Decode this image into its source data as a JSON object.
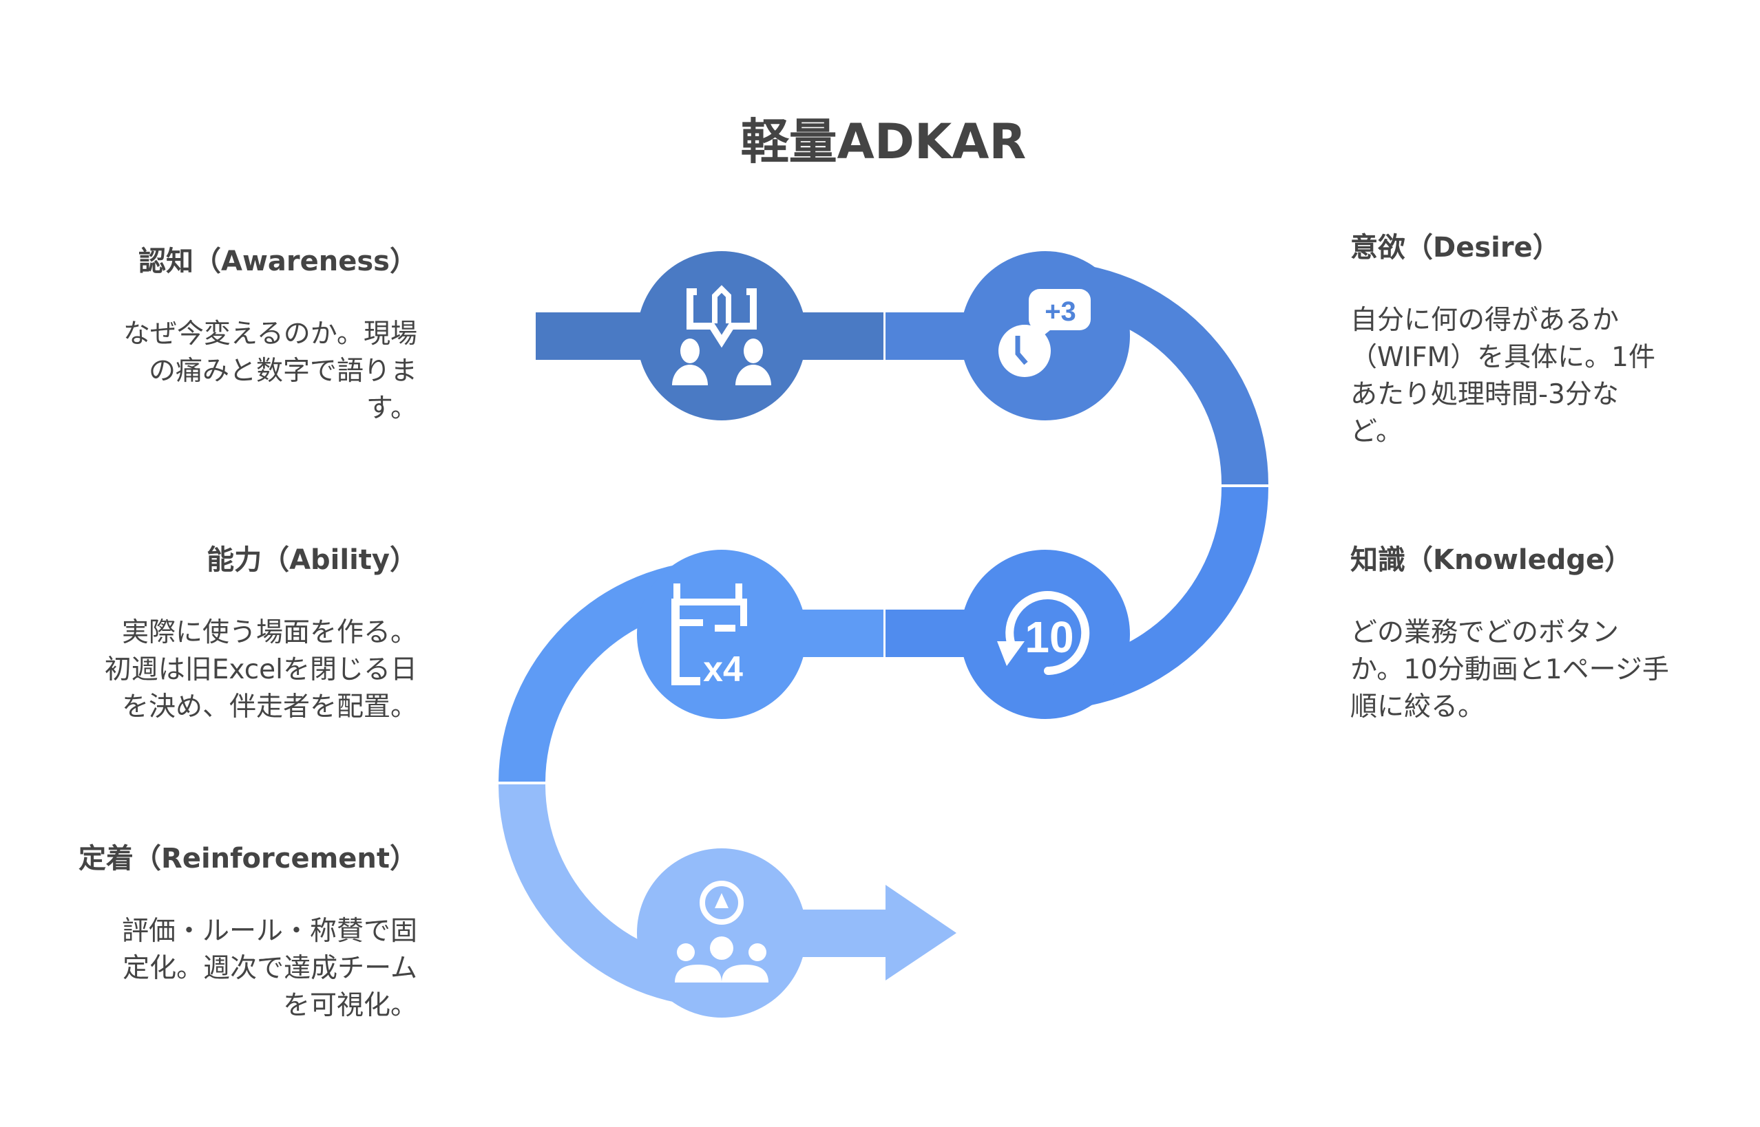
{
  "title": "軽量ADKAR",
  "colors": {
    "awareness": "#4A7AC4",
    "desire": "#5084DA",
    "knowledge": "#508CEE",
    "ability": "#5E9BF5",
    "reinforcement": "#94BCFA",
    "text": "#444444"
  },
  "stages": {
    "awareness": {
      "heading": "認知（Awareness）",
      "lines": [
        "なぜ今変えるのか。現場",
        "の痛みと数字で語りま",
        "す。"
      ],
      "icon": "presentation-people-icon"
    },
    "desire": {
      "heading": "意欲（Desire）",
      "lines": [
        "自分に何の得があるか",
        "（WIFM）を具体に。1件",
        "あたり処理時間-3分な",
        "ど。"
      ],
      "icon": "clock-plus-three-icon",
      "icon_text": "+3"
    },
    "knowledge": {
      "heading": "知識（Knowledge）",
      "lines": [
        "どの業務でどのボタン",
        "か。10分動画と1ページ手",
        "順に絞る。"
      ],
      "icon": "replay-ten-icon",
      "icon_text": "10"
    },
    "ability": {
      "heading": "能力（Ability）",
      "lines": [
        "実際に使う場面を作る。",
        "初週は旧Excelを閉じる日",
        "を決め、伴走者を配置。"
      ],
      "icon": "calendar-excel-icon",
      "icon_text": "x4"
    },
    "reinforcement": {
      "heading": "定着（Reinforcement）",
      "lines": [
        "評価・ルール・称賛で固",
        "定化。週次で達成チーム",
        "を可視化。"
      ],
      "icon": "team-award-icon"
    }
  }
}
